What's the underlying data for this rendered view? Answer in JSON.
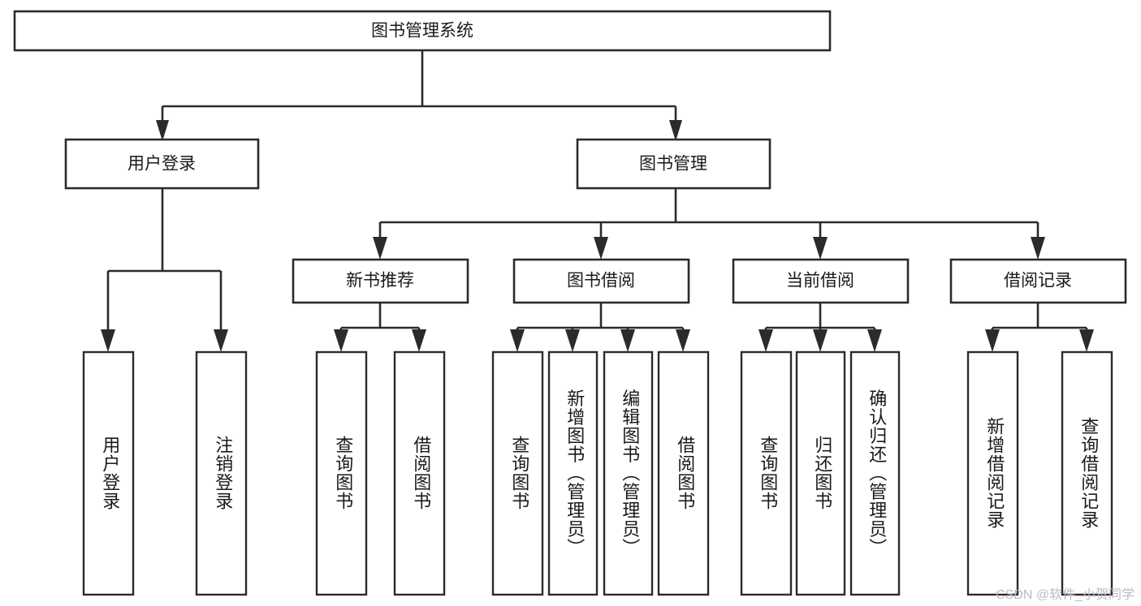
{
  "diagram": {
    "type": "tree",
    "title": "图书管理系统",
    "root": {
      "id": "root",
      "label": "图书管理系统",
      "orientation": "horizontal"
    },
    "level1": [
      {
        "id": "user-login",
        "label": "用户登录",
        "orientation": "horizontal"
      },
      {
        "id": "book-manage",
        "label": "图书管理",
        "orientation": "horizontal"
      }
    ],
    "level2": [
      {
        "id": "new-book-rec",
        "label": "新书推荐",
        "parent": "book-manage",
        "orientation": "horizontal"
      },
      {
        "id": "book-borrow",
        "label": "图书借阅",
        "parent": "book-manage",
        "orientation": "horizontal"
      },
      {
        "id": "current-borrow",
        "label": "当前借阅",
        "parent": "book-manage",
        "orientation": "horizontal"
      },
      {
        "id": "borrow-record",
        "label": "借阅记录",
        "parent": "book-manage",
        "orientation": "horizontal"
      }
    ],
    "leaves": [
      {
        "id": "leaf-user-login",
        "label": "用户登录",
        "parent": "user-login",
        "orientation": "vertical"
      },
      {
        "id": "leaf-user-logout",
        "label": "注销登录",
        "parent": "user-login",
        "orientation": "vertical"
      },
      {
        "id": "leaf-rec-query",
        "label": "查询图书",
        "parent": "new-book-rec",
        "orientation": "vertical"
      },
      {
        "id": "leaf-rec-borrow",
        "label": "借阅图书",
        "parent": "new-book-rec",
        "orientation": "vertical"
      },
      {
        "id": "leaf-borrow-query",
        "label": "查询图书",
        "parent": "book-borrow",
        "orientation": "vertical"
      },
      {
        "id": "leaf-borrow-add",
        "label": "新增图书（管理员）",
        "parent": "book-borrow",
        "orientation": "vertical"
      },
      {
        "id": "leaf-borrow-edit",
        "label": "编辑图书（管理员）",
        "parent": "book-borrow",
        "orientation": "vertical"
      },
      {
        "id": "leaf-borrow-lend",
        "label": "借阅图书",
        "parent": "book-borrow",
        "orientation": "vertical"
      },
      {
        "id": "leaf-current-query",
        "label": "查询图书",
        "parent": "current-borrow",
        "orientation": "vertical"
      },
      {
        "id": "leaf-current-return",
        "label": "归还图书",
        "parent": "current-borrow",
        "orientation": "vertical"
      },
      {
        "id": "leaf-current-confirm",
        "label": "确认归还（管理员）",
        "parent": "current-borrow",
        "orientation": "vertical"
      },
      {
        "id": "leaf-record-add",
        "label": "新增借阅记录",
        "parent": "borrow-record",
        "orientation": "vertical"
      },
      {
        "id": "leaf-record-query",
        "label": "查询借阅记录",
        "parent": "borrow-record",
        "orientation": "vertical"
      }
    ],
    "colors": {
      "background": "#ffffff",
      "node_fill": "#ffffff",
      "node_stroke": "#2b2b2b",
      "text": "#1a1a1a",
      "watermark": "#b9bcc2"
    }
  },
  "watermark": {
    "text": "CSDN @软件_小贺同学"
  }
}
